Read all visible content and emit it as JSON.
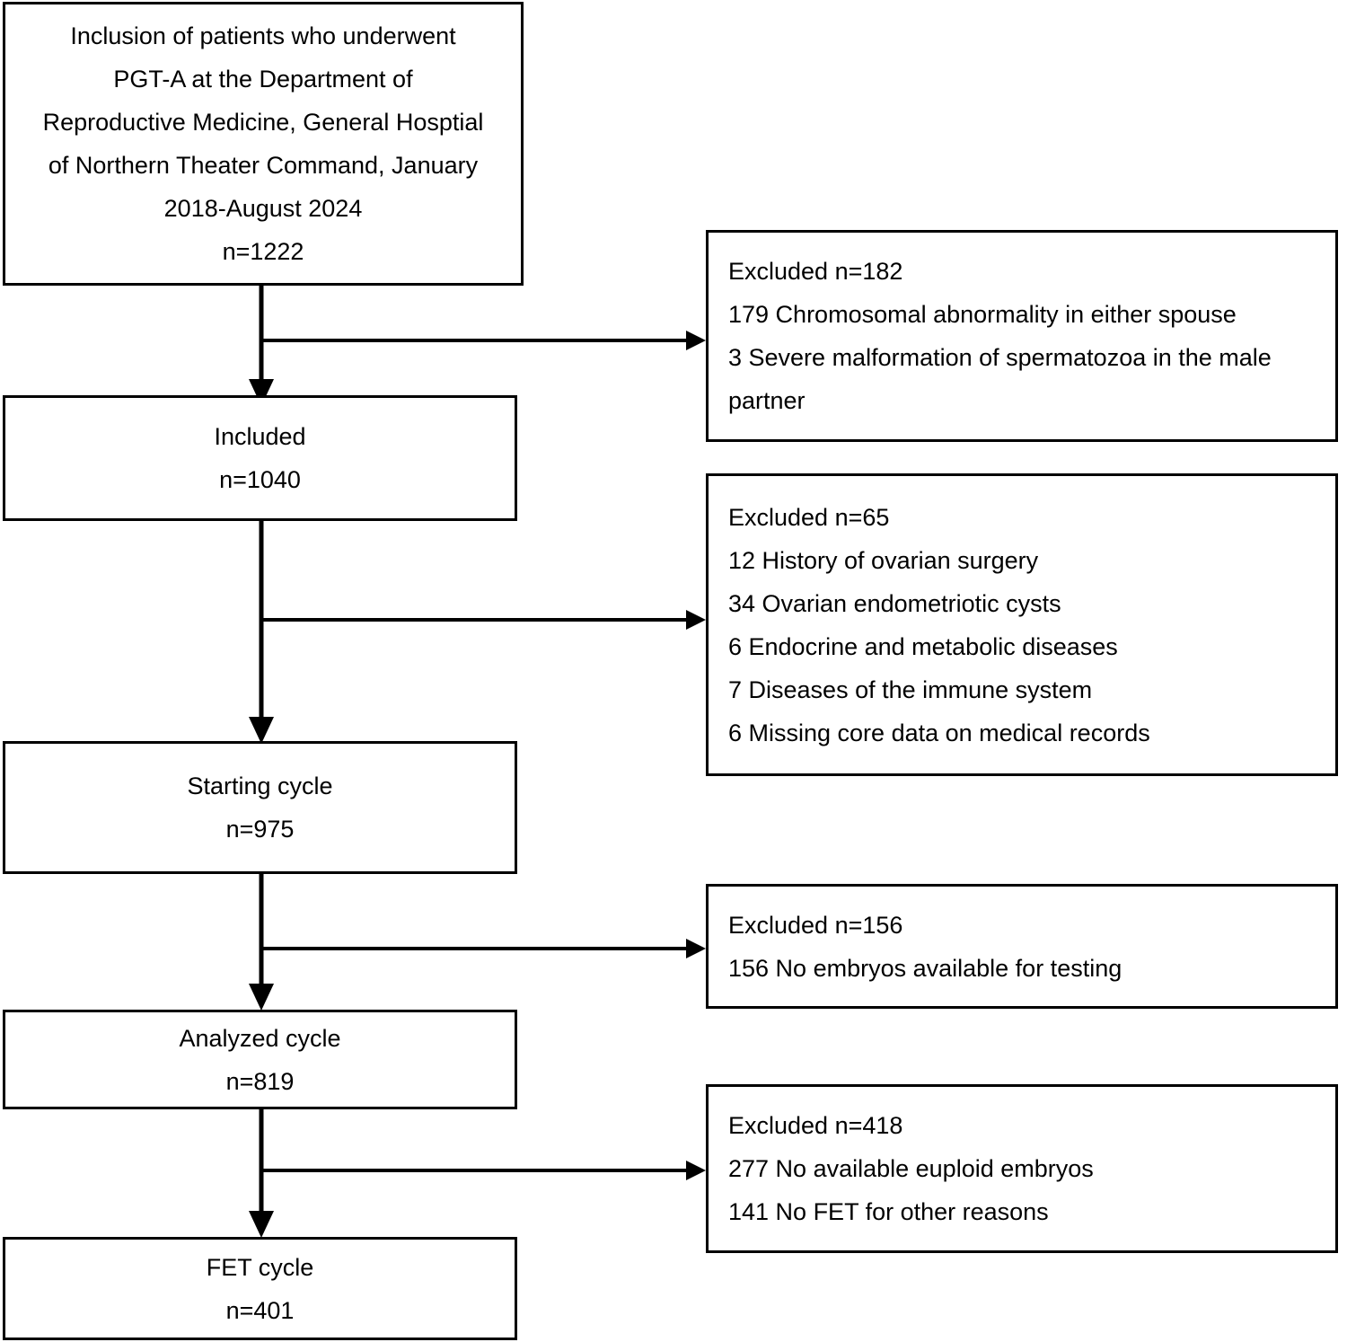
{
  "diagram": {
    "type": "flowchart",
    "title": "Patient inclusion and exclusion flow diagram (CONSORT-style)",
    "orientation": "top-to-bottom with right-side exclusion branches"
  },
  "main_nodes": [
    {
      "id": "inclusion",
      "lines": [
        "Inclusion of patients who underwent",
        "PGT-A at the Department of",
        "Reproductive Medicine, General Hosptial",
        "of Northern Theater Command, January",
        "2018-August 2024",
        "n=1222"
      ],
      "count": 1222
    },
    {
      "id": "included",
      "lines": [
        "Included",
        "n=1040"
      ],
      "count": 1040
    },
    {
      "id": "starting-cycle",
      "lines": [
        "Starting cycle",
        "n=975"
      ],
      "count": 975
    },
    {
      "id": "analyzed-cycle",
      "lines": [
        "Analyzed cycle",
        "n=819"
      ],
      "count": 819
    },
    {
      "id": "fet-cycle",
      "lines": [
        "FET cycle",
        "n=401"
      ],
      "count": 401
    }
  ],
  "exclusion_nodes": [
    {
      "id": "excluded-182",
      "lines": [
        "Excluded n=182",
        "179 Chromosomal abnormality in either spouse",
        "3 Severe malformation of spermatozoa in the male partner"
      ],
      "count": 182,
      "reasons": [
        {
          "n": 179,
          "text": "Chromosomal abnormality in either spouse"
        },
        {
          "n": 3,
          "text": "Severe malformation of spermatozoa in the male partner"
        }
      ]
    },
    {
      "id": "excluded-65",
      "lines": [
        "Excluded n=65",
        "12 History of ovarian surgery",
        "34 Ovarian endometriotic cysts",
        "6 Endocrine and metabolic diseases",
        "7 Diseases of the immune system",
        "6 Missing core data on medical records"
      ],
      "count": 65,
      "reasons": [
        {
          "n": 12,
          "text": "History of ovarian surgery"
        },
        {
          "n": 34,
          "text": "Ovarian endometriotic cysts"
        },
        {
          "n": 6,
          "text": "Endocrine and metabolic diseases"
        },
        {
          "n": 7,
          "text": "Diseases of the immune system"
        },
        {
          "n": 6,
          "text": "Missing core data on medical records"
        }
      ]
    },
    {
      "id": "excluded-156",
      "lines": [
        "Excluded n=156",
        "156 No embryos available for testing"
      ],
      "count": 156,
      "reasons": [
        {
          "n": 156,
          "text": "No embryos available for testing"
        }
      ]
    },
    {
      "id": "excluded-418",
      "lines": [
        "Excluded n=418",
        "277 No available euploid embryos",
        "141 No FET for other reasons"
      ],
      "count": 418,
      "reasons": [
        {
          "n": 277,
          "text": "No available euploid embryos"
        },
        {
          "n": 141,
          "text": "No FET for other reasons"
        }
      ]
    }
  ],
  "colors": {
    "stroke": "#000000",
    "background": "#ffffff",
    "text": "#000000"
  }
}
